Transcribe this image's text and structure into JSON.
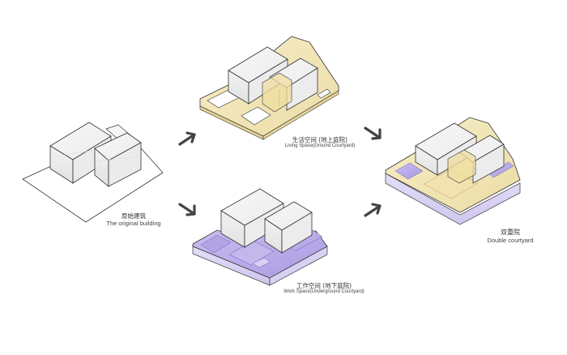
{
  "diagram": {
    "type": "architectural-isometric-process",
    "background": "#ffffff",
    "colors": {
      "outline": "#333333",
      "building_white": "#f4f4f4",
      "building_shade": "#e6e6e6",
      "ground_courtyard": "#efe4b8",
      "ground_courtyard_light": "#f7efcf",
      "underground_courtyard": "#b5a8e6",
      "underground_courtyard_light": "#d8d0f3",
      "arrow": "#444444"
    },
    "stages": [
      {
        "id": "original",
        "label_zh": "原始建筑",
        "label_en": "The original building"
      },
      {
        "id": "ground",
        "label_zh": "生活空间 (地上庭院)",
        "label_en": "Living Space(Ground Courtyard)"
      },
      {
        "id": "underground",
        "label_zh": "工作空间 (地下庭院)",
        "label_en": "Work Space(Underground Courtyard)"
      },
      {
        "id": "double",
        "label_zh": "双重院",
        "label_en": "Double courtyard"
      }
    ],
    "arrows": [
      {
        "from": "original",
        "to": "ground",
        "direction": "up-right"
      },
      {
        "from": "original",
        "to": "underground",
        "direction": "down-right"
      },
      {
        "from": "ground",
        "to": "double",
        "direction": "down-right"
      },
      {
        "from": "underground",
        "to": "double",
        "direction": "up-right"
      }
    ]
  }
}
